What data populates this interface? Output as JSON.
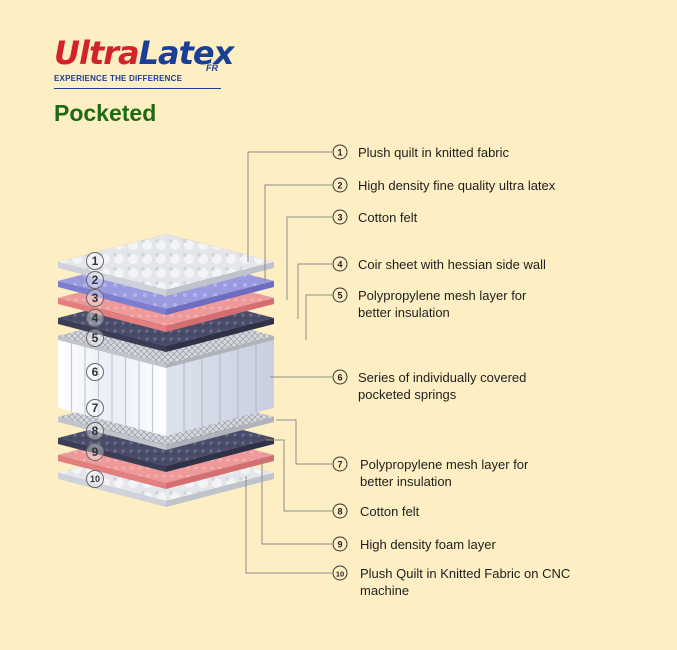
{
  "brand": {
    "name_part1": "Ultra",
    "name_part2": "Latex",
    "superscript": "FR",
    "tagline": "EXPERIENCE THE DIFFERENCE"
  },
  "title": "Pocketed",
  "layers": [
    {
      "num": "1",
      "label": "Plush quilt in knitted fabric"
    },
    {
      "num": "2",
      "label": "High density fine quality ultra latex"
    },
    {
      "num": "3",
      "label": "Cotton felt"
    },
    {
      "num": "4",
      "label": "Coir sheet with hessian side wall"
    },
    {
      "num": "5",
      "label": "Polypropylene mesh layer for\nbetter insulation"
    },
    {
      "num": "6",
      "label": "Series of individually covered\npocketed springs"
    },
    {
      "num": "7",
      "label": "Polypropylene mesh layer for\nbetter insulation"
    },
    {
      "num": "8",
      "label": "Cotton felt"
    },
    {
      "num": "9",
      "label": "High density foam layer"
    },
    {
      "num": "10",
      "label": "Plush Quilt in Knitted Fabric on CNC\nmachine"
    }
  ],
  "colors": {
    "background": "#fdeec3",
    "title": "#1e6a12",
    "brand_red": "#d2232a",
    "brand_blue": "#1b3f95",
    "quilt": "#e4e6ec",
    "latex": "#9a9ae0",
    "felt": "#ef9a9a",
    "coir": "#4a4d6a",
    "mesh": "#d6d8de",
    "spring": "#eef1f8"
  }
}
